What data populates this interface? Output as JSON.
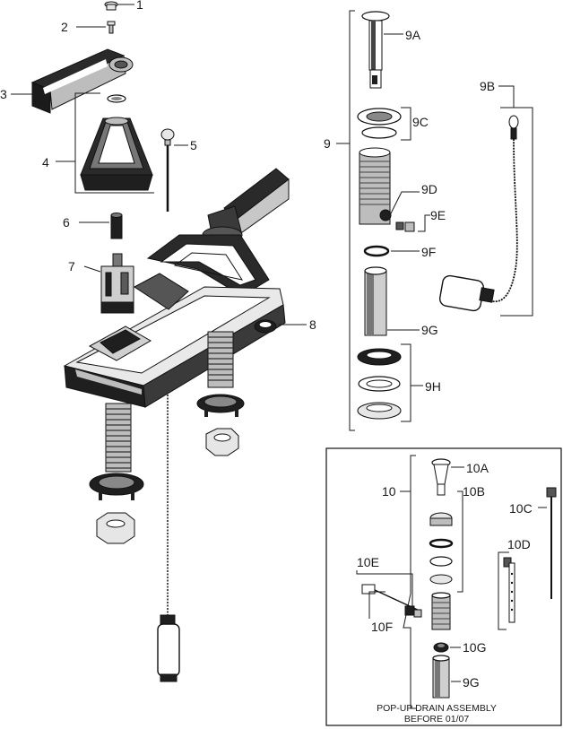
{
  "callouts": {
    "c1": "1",
    "c2": "2",
    "c3": "3",
    "c4": "4",
    "c5": "5",
    "c6": "6",
    "c7": "7",
    "c8": "8",
    "c9": "9",
    "c9a": "9A",
    "c9b": "9B",
    "c9c": "9C",
    "c9d": "9D",
    "c9e": "9E",
    "c9f": "9F",
    "c9g": "9G",
    "c9h": "9H",
    "c10": "10",
    "c10a": "10A",
    "c10b": "10B",
    "c10c": "10C",
    "c10d": "10D",
    "c10e": "10E",
    "c10f": "10F",
    "c10g": "10G",
    "c10_9g": "9G"
  },
  "inset": {
    "caption_line1": "POP-UP DRAIN ASSEMBLY",
    "caption_line2": "BEFORE 01/07"
  }
}
